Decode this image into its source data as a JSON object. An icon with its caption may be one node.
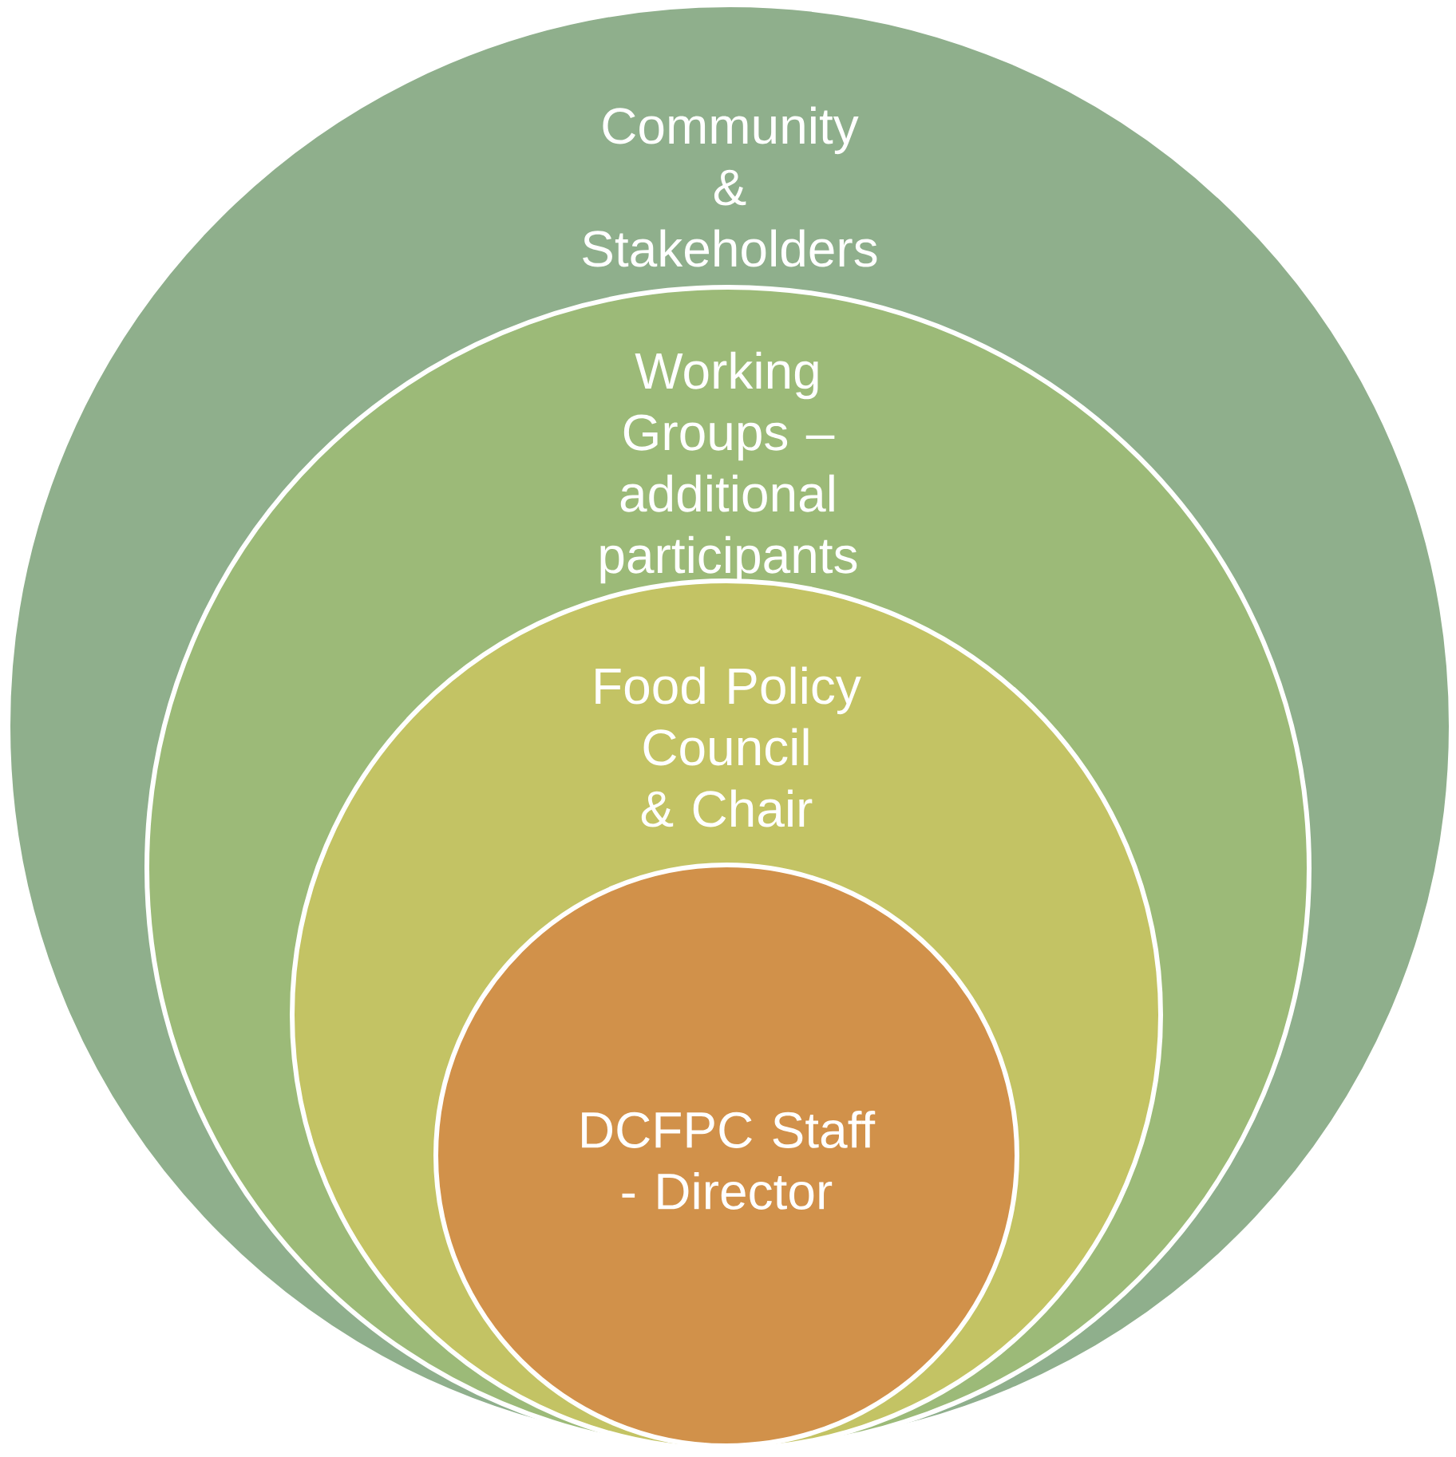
{
  "diagram": {
    "nodes": [
      {
        "text": [
          "Community & Stakeholders"
        ]
      },
      {
        "text": [
          "Working Groups – additional participants"
        ],
        "in": 0
      },
      {
        "text": [
          "Food Policy Council & Chair"
        ],
        "in": 1
      },
      {
        "text": [
          "DCFPC Staff - Director"
        ],
        "in": 2
      }
    ]
  }
}
